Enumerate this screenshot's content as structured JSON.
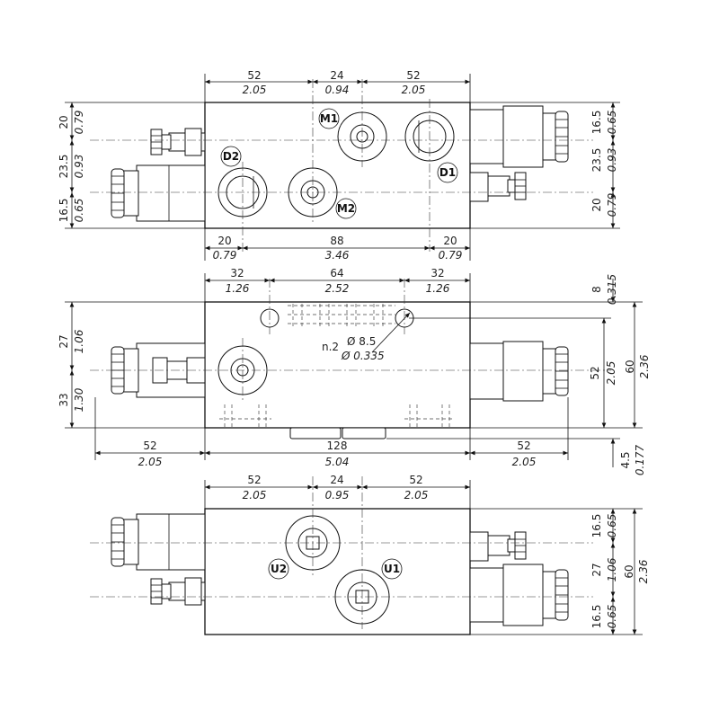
{
  "views": {
    "top": {
      "dims_top": [
        {
          "mm": "52",
          "in": "2.05"
        },
        {
          "mm": "24",
          "in": "0.94"
        },
        {
          "mm": "52",
          "in": "2.05"
        }
      ],
      "dims_bottom": [
        {
          "mm": "20",
          "in": "0.79"
        },
        {
          "mm": "88",
          "in": "3.46"
        },
        {
          "mm": "20",
          "in": "0.79"
        }
      ],
      "dims_left": [
        {
          "mm": "20",
          "in": "0.79"
        },
        {
          "mm": "23.5",
          "in": "0.93"
        },
        {
          "mm": "16.5",
          "in": "0.65"
        }
      ],
      "dims_right": [
        {
          "mm": "16.5",
          "in": "0.65"
        },
        {
          "mm": "23.5",
          "in": "0.93"
        },
        {
          "mm": "20",
          "in": "0.79"
        }
      ],
      "ports": [
        "M1",
        "D2",
        "D1",
        "M2"
      ]
    },
    "front": {
      "dims_top": [
        {
          "mm": "32",
          "in": "1.26"
        },
        {
          "mm": "64",
          "in": "2.52"
        },
        {
          "mm": "32",
          "in": "1.26"
        }
      ],
      "dims_bottom": [
        {
          "mm": "52",
          "in": "2.05"
        },
        {
          "mm": "128",
          "in": "5.04"
        },
        {
          "mm": "52",
          "in": "2.05"
        }
      ],
      "dims_left": [
        {
          "mm": "27",
          "in": "1.06"
        },
        {
          "mm": "33",
          "in": "1.30"
        }
      ],
      "dims_right": {
        "top": {
          "mm": "8",
          "in": "0.315"
        },
        "mid": {
          "mm": "52",
          "in": "2.05"
        },
        "total": {
          "mm": "60",
          "in": "2.36"
        },
        "bottom": {
          "mm": "4.5",
          "in": "0.177"
        }
      },
      "hole_note": {
        "count": "n.2",
        "dia_mm": "Ø 8.5",
        "dia_in": "Ø 0.335"
      }
    },
    "bottom": {
      "dims_top": [
        {
          "mm": "52",
          "in": "2.05"
        },
        {
          "mm": "24",
          "in": "0.95"
        },
        {
          "mm": "52",
          "in": "2.05"
        }
      ],
      "dims_right": [
        {
          "mm": "16.5",
          "in": "0.65"
        },
        {
          "mm": "27",
          "in": "1.06"
        },
        {
          "mm": "16.5",
          "in": "0.65"
        }
      ],
      "dims_total": {
        "mm": "60",
        "in": "2.36"
      },
      "ports": [
        "U2",
        "U1"
      ]
    }
  }
}
